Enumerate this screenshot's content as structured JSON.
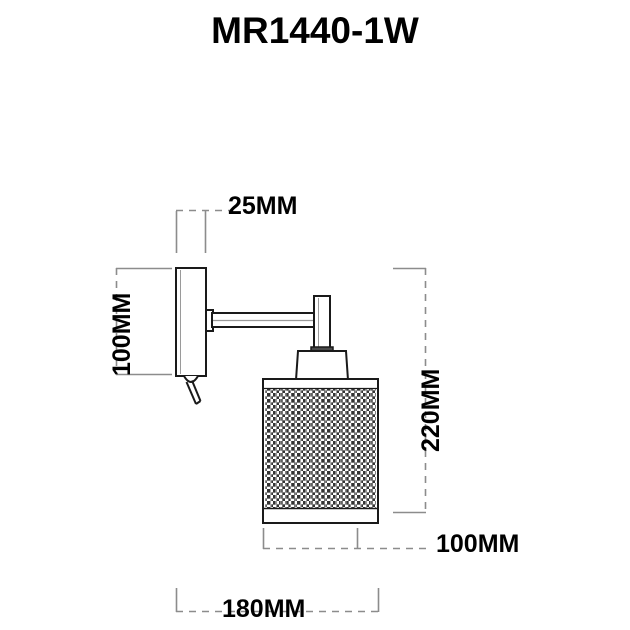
{
  "drawing": {
    "title": "MR1440-1W",
    "units": "MM",
    "product_type": "wall-sconce-technical-drawing"
  },
  "dimensions": {
    "wall_plate_width": "25MM",
    "wall_plate_height": "100MM",
    "overall_height": "220MM",
    "shade_width": "100MM",
    "overall_projection": "180MM"
  },
  "parts": {
    "wall_plate": "wall-mount-plate",
    "pull_switch": "pull-cord-switch",
    "arm": "horizontal-arm",
    "riser": "vertical-riser",
    "cap": "shade-cap",
    "shade": "mesh-lamp-shade"
  },
  "colors": {
    "line": "#1a1a1a",
    "dimension_line": "#808080",
    "mesh_dark": "#3c3c3c",
    "background": "#ffffff"
  }
}
